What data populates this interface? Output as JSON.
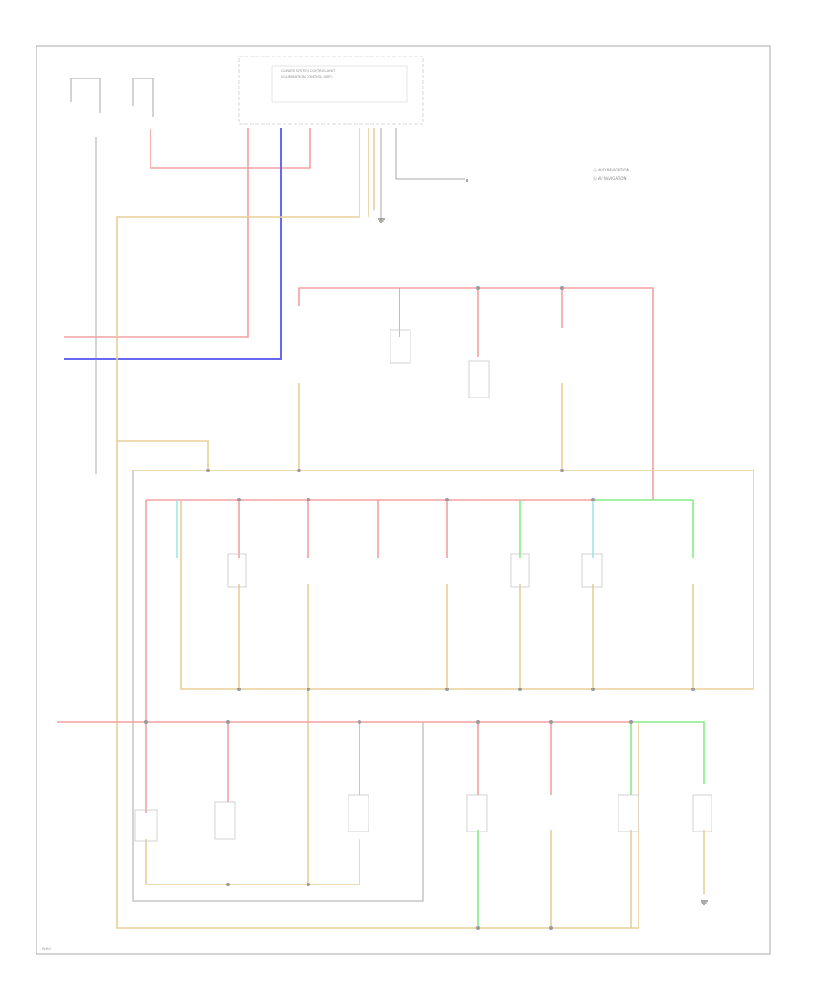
{
  "legend": {
    "line1": "ⓐ W/O NAVIGATION",
    "line2": "ⓑ W/ NAVIGATION"
  },
  "diagram_code": "W4S0",
  "colors": {
    "yellow": "#e8cf98",
    "red": "#f4a0a0",
    "blue": "#6868f0",
    "green": "#86ec86",
    "cyan": "#9ce8ec",
    "magenta": "#f27ef2",
    "gray": "#a8a8a8"
  },
  "control_unit": {
    "title_line1": "CLIMATE SYSTEM CONTROL UNIT",
    "title_line2": "(ILLUMINATION CONTROL UNIT)"
  }
}
